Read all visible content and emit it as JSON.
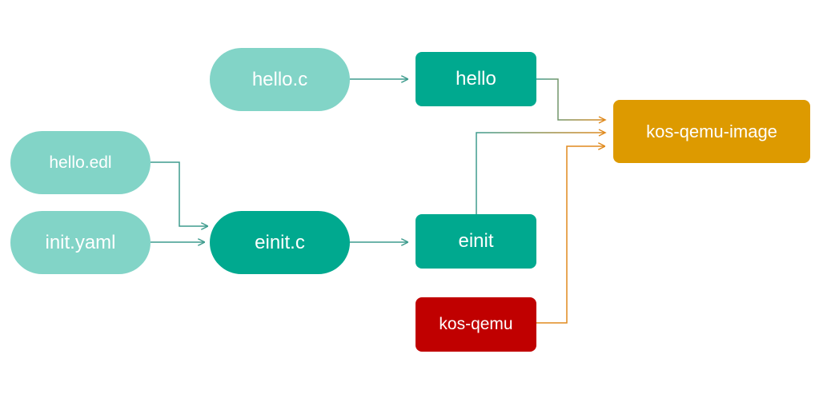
{
  "colors": {
    "light_node": "#82d4c7",
    "dark_node": "#00a98f",
    "red_node": "#c00000",
    "gold_node": "#dd9a00",
    "teal_arrow": "#3f9c8e",
    "orange_arrow": "#e08a1e"
  },
  "nodes": {
    "hello_c": "hello.c",
    "hello": "hello",
    "kos_qemu_image": "kos-qemu-image",
    "hello_edl": "hello.edl",
    "init_yaml": "init.yaml",
    "einit_c": "einit.c",
    "einit": "einit",
    "kos_qemu": "kos-qemu"
  },
  "edges": [
    {
      "from": "hello_c",
      "to": "hello"
    },
    {
      "from": "hello_edl",
      "to": "einit_c"
    },
    {
      "from": "init_yaml",
      "to": "einit_c"
    },
    {
      "from": "einit_c",
      "to": "einit"
    },
    {
      "from": "hello",
      "to": "kos_qemu_image"
    },
    {
      "from": "einit",
      "to": "kos_qemu_image"
    },
    {
      "from": "kos_qemu",
      "to": "kos_qemu_image"
    }
  ]
}
